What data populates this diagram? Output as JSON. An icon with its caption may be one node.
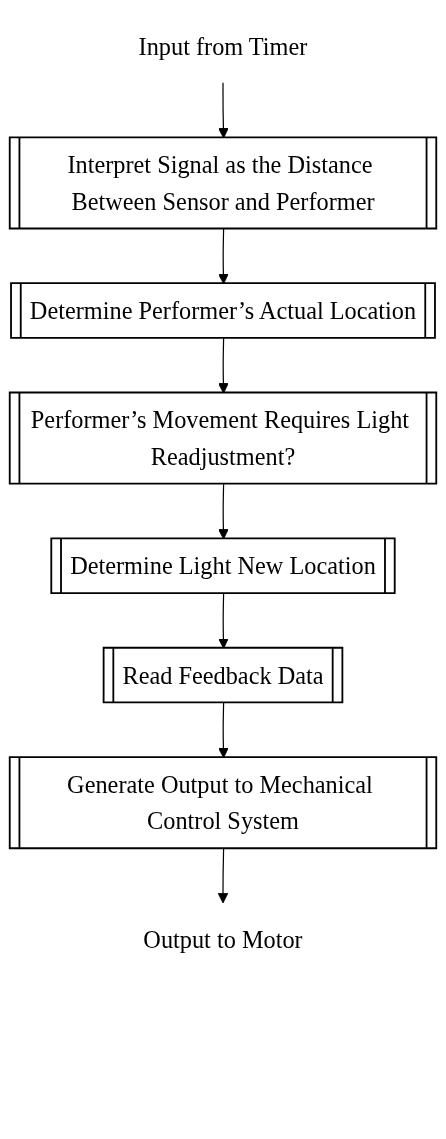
{
  "diagram": {
    "nodes": [
      {
        "text": [
          "Input from Timer"
        ]
      },
      {
        "text": [
          "Interpret Signal as the Distance Between Sensor and Performer"
        ]
      },
      {
        "text": [
          "Determine Performer’s Actual Location"
        ]
      },
      {
        "text": [
          "Performer’s Movement Requires Light Readjustment?"
        ]
      },
      {
        "text": [
          "Determine Light New Location"
        ]
      },
      {
        "text": [
          "Read Feedback Data"
        ]
      },
      {
        "text": [
          "Generate Output to Mechanical Control System"
        ]
      },
      {
        "text": [
          "Output to Motor"
        ]
      }
    ],
    "edges": [
      {
        "from": 0,
        "to": 1,
        "arrow": "to"
      },
      {
        "from": 1,
        "to": 2,
        "arrow": "to"
      },
      {
        "from": 2,
        "to": 3,
        "arrow": "to"
      },
      {
        "from": 3,
        "to": 4,
        "arrow": "to"
      },
      {
        "from": 4,
        "to": 5,
        "arrow": "to"
      },
      {
        "from": 5,
        "to": 6,
        "arrow": "to"
      },
      {
        "from": 6,
        "to": 7,
        "arrow": "to"
      }
    ]
  }
}
